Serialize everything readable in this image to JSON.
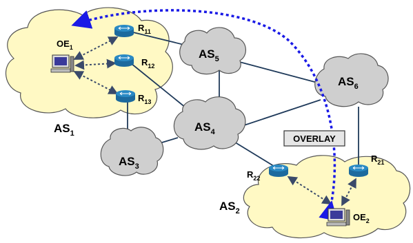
{
  "colors": {
    "as_yellow": "#fff9c4",
    "as_gray": "#cfcfcf",
    "cloud_stroke": "#555555",
    "link": "#1f3a5a",
    "router": "#2a8ac4",
    "overlay_arrow": "#1a1ae6",
    "dotted": "#3a4a6a"
  },
  "labels": {
    "as1_main": "AS",
    "as1_sub": "1",
    "as2_main": "AS",
    "as2_sub": "2",
    "as3_main": "AS",
    "as3_sub": "3",
    "as4_main": "AS",
    "as4_sub": "4",
    "as5_main": "AS",
    "as5_sub": "5",
    "as6_main": "AS",
    "as6_sub": "6",
    "r11_main": "R",
    "r11_sub": "11",
    "r12_main": "R",
    "r12_sub": "12",
    "r13_main": "R",
    "r13_sub": "13",
    "r21_main": "R",
    "r21_sub": "21",
    "r22_main": "R",
    "r22_sub": "22",
    "oe1_main": "OE",
    "oe1_sub": "1",
    "oe2_main": "OE",
    "oe2_sub": "2",
    "overlay": "OVERLAY"
  },
  "icons": {
    "router": "router-icon",
    "computer": "computer-icon"
  }
}
